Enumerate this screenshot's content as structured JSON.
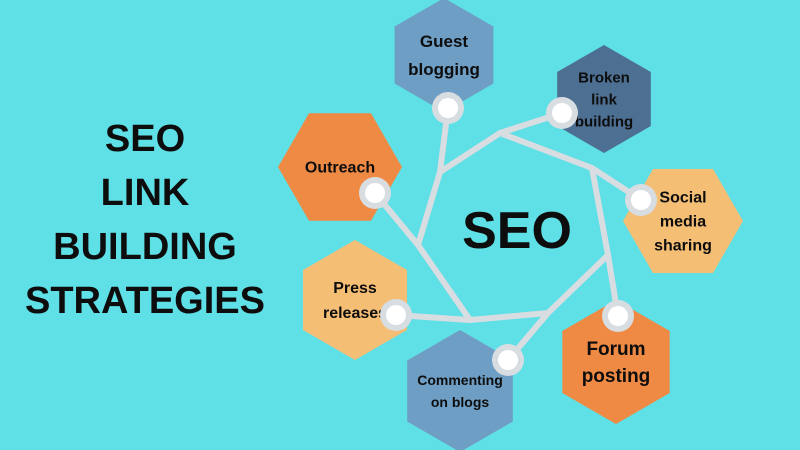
{
  "title_lines": [
    "SEO",
    "LINK",
    "BUILDING",
    "STRATEGIES"
  ],
  "center_label": "SEO",
  "colors": {
    "background": "#5fdfe6",
    "line": "#d8dde2",
    "text": "#0d0d0d",
    "orange": "#ef8a45",
    "light_orange": "#f5be75",
    "blue": "#6f9ec4",
    "dark_blue": "#4d6f92"
  },
  "strategies": [
    {
      "lines": [
        "Guest",
        "blogging"
      ],
      "color": "#6f9ec4",
      "icon": "circle-node-icon"
    },
    {
      "lines": [
        "Broken",
        "link",
        "building"
      ],
      "color": "#4d6f92",
      "icon": "circle-node-icon"
    },
    {
      "lines": [
        "Social",
        "media",
        "sharing"
      ],
      "color": "#f5be75",
      "icon": "circle-node-icon"
    },
    {
      "lines": [
        "Forum",
        "posting"
      ],
      "color": "#ef8a45",
      "icon": "circle-node-icon"
    },
    {
      "lines": [
        "Commenting",
        "on blogs"
      ],
      "color": "#6f9ec4",
      "icon": "circle-node-icon"
    },
    {
      "lines": [
        "Press",
        "releases"
      ],
      "color": "#f5be75",
      "icon": "circle-node-icon"
    },
    {
      "lines": [
        "Outreach"
      ],
      "color": "#ef8a45",
      "icon": "circle-node-icon"
    }
  ]
}
